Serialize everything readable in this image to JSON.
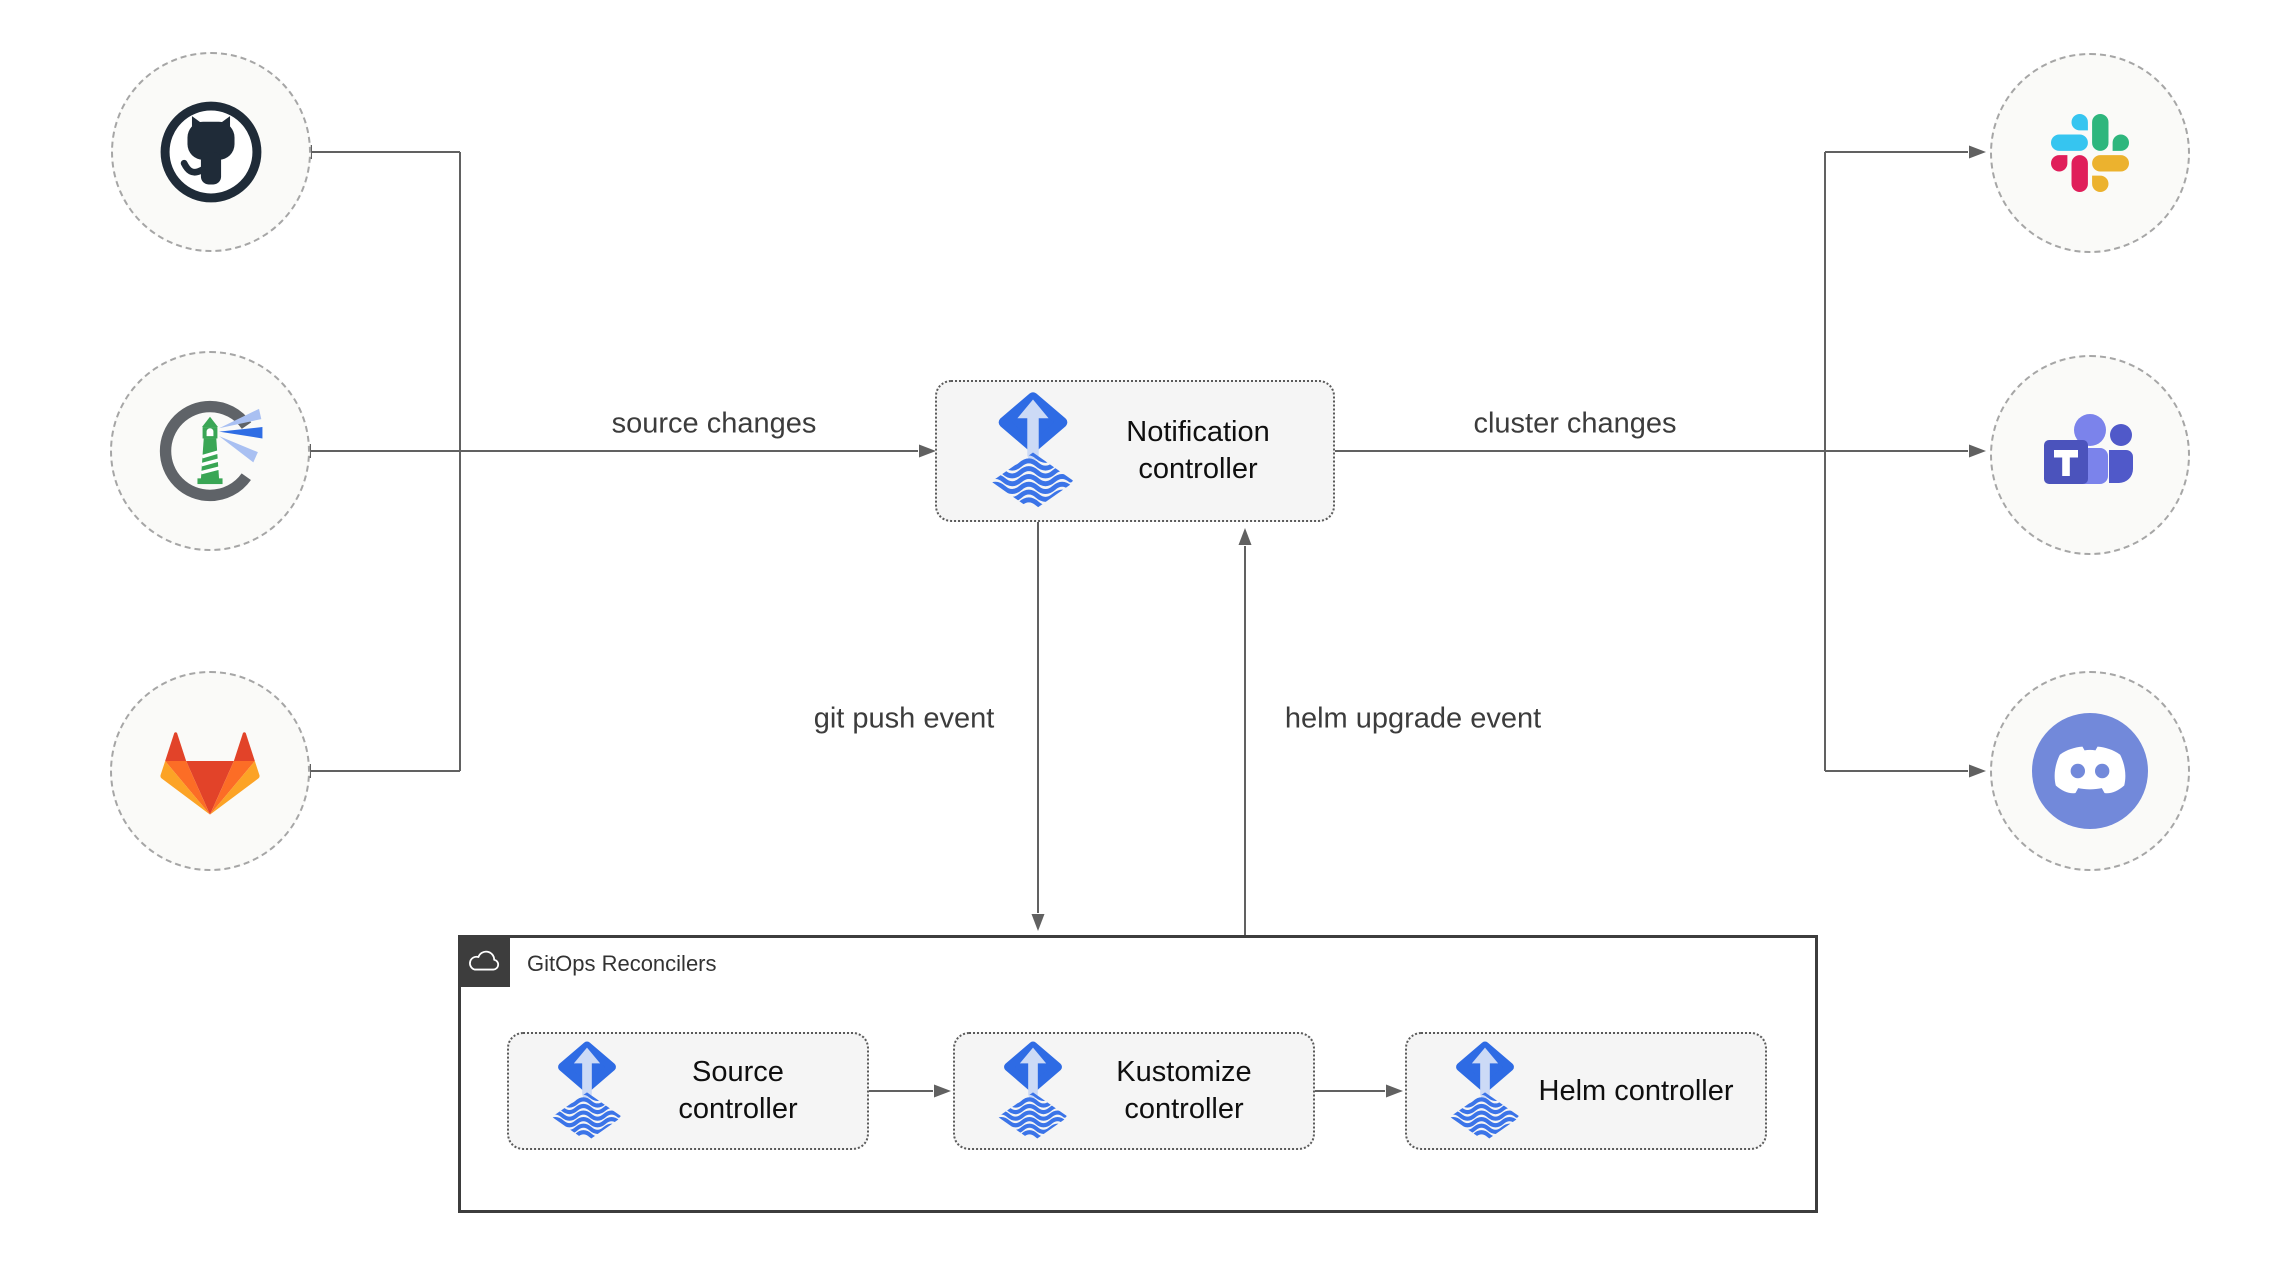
{
  "nodes": {
    "notification": {
      "label": "Notification controller",
      "icon": "flux-icon"
    },
    "source": {
      "label": "Source controller",
      "icon": "flux-icon"
    },
    "kustomize": {
      "label": "Kustomize controller",
      "icon": "flux-icon"
    },
    "helm": {
      "label": "Helm controller",
      "icon": "flux-icon"
    }
  },
  "container": {
    "label": "GitOps Reconcilers",
    "icon": "cloud-icon"
  },
  "edges": {
    "source_changes": "source changes",
    "cluster_changes": "cluster changes",
    "git_push_event": "git push event",
    "helm_upgrade_event": "helm upgrade event"
  },
  "icons": {
    "left_sources": [
      "github-icon",
      "harbor-icon",
      "gitlab-icon"
    ],
    "right_targets": [
      "slack-icon",
      "teams-icon",
      "discord-icon"
    ],
    "node_icon": "flux-icon",
    "container_icon": "cloud-icon"
  },
  "colors": {
    "flux_blue": "#2e6be4",
    "flux_wave_blue": "#3b74e8",
    "flux_arrow_light": "#ccdaf6",
    "wire_gray": "#616161",
    "node_fill": "#f5f5f5",
    "node_border": "#5a5a5a",
    "circle_fill": "#fafaf8",
    "circle_border": "#a6a6a6",
    "container_border": "#3d3d3d",
    "github_dark": "#1f2b38",
    "harbor_ring_gray": "#5f6368",
    "harbor_green": "#3aa655",
    "gitlab_red": "#e24329",
    "gitlab_orange": "#fc6d26",
    "gitlab_yellow": "#fca326",
    "slack_blue": "#36C5F0",
    "slack_green": "#2EB67D",
    "slack_yellow": "#ECB22E",
    "slack_red": "#E01E5A",
    "teams_indigo": "#4b53bc",
    "teams_light": "#7b83eb",
    "teams_mid": "#5059c9",
    "discord_blurple": "#7289da"
  }
}
